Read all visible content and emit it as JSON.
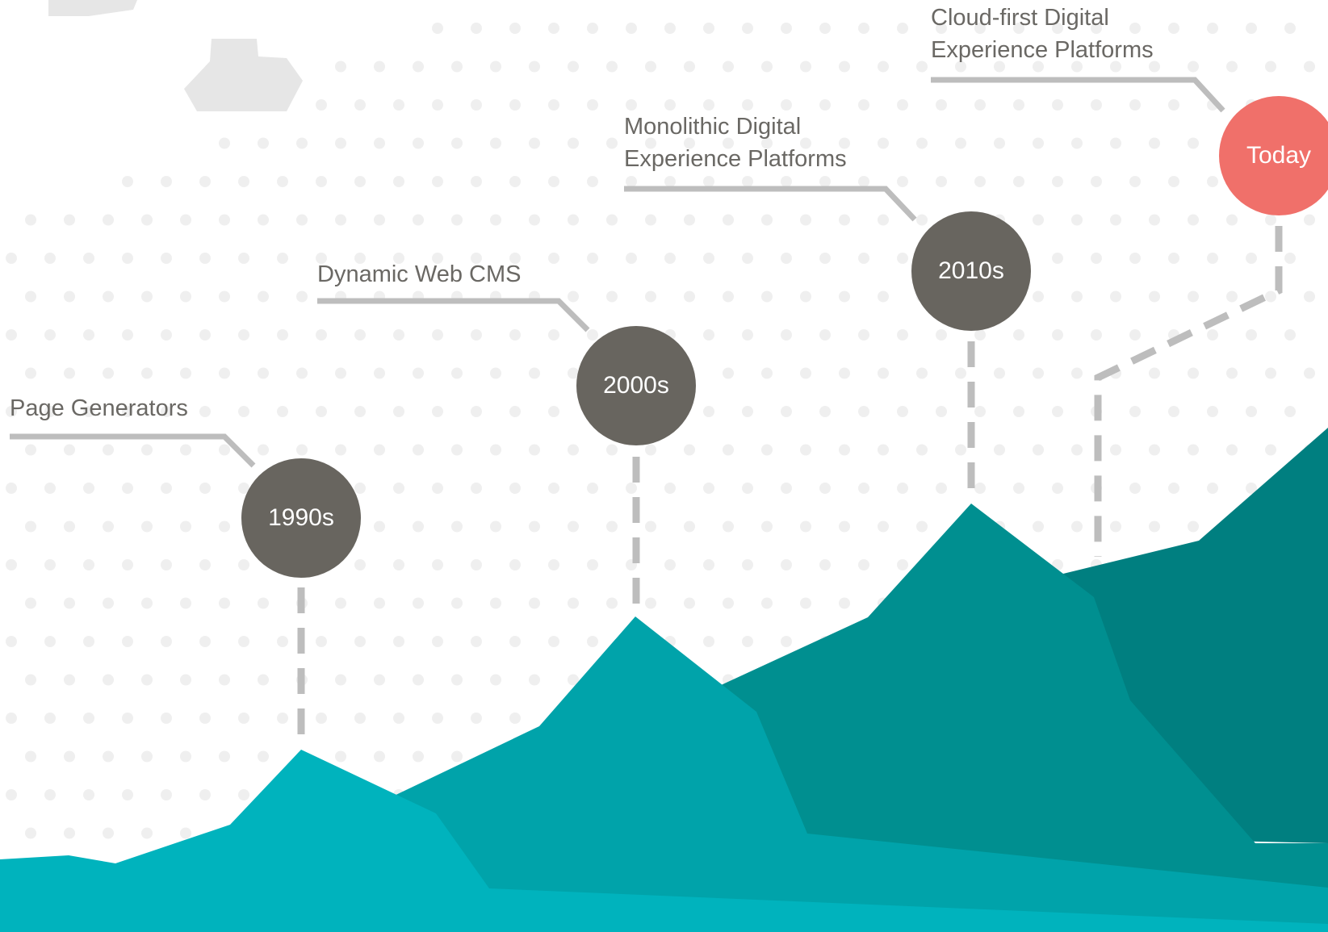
{
  "colors": {
    "era_circle": "#68655f",
    "today_circle": "#f0706a",
    "connector": "#bdbdbd",
    "dots": "#efefef",
    "cloud": "#e6e6e6",
    "mountain_light": "#00b3bd",
    "mountain_mid": "#00a3aa",
    "mountain_dark": "#008f90",
    "mountain_darkest": "#007f80",
    "label_text": "#6a6864"
  },
  "milestones": [
    {
      "era": "1990s",
      "label_lines": [
        "Page Generators"
      ]
    },
    {
      "era": "2000s",
      "label_lines": [
        "Dynamic Web CMS"
      ]
    },
    {
      "era": "2010s",
      "label_lines": [
        "Monolithic Digital",
        "Experience Platforms"
      ]
    },
    {
      "era": "Today",
      "label_lines": [
        "Cloud-first Digital",
        "Experience Platforms"
      ]
    }
  ],
  "decorations": {
    "cloud_icon": "cloud-icon",
    "dot_pattern": "dot-grid-icon"
  }
}
